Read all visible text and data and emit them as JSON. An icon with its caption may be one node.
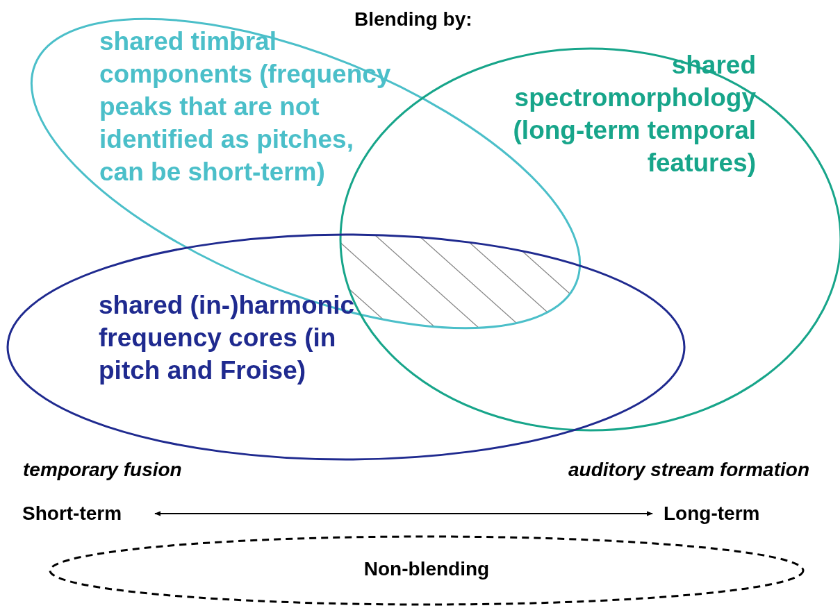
{
  "diagram": {
    "title": "Blending by:",
    "nodes": [
      {
        "text": [
          "shared timbral components (frequency peaks that are not identified as pitches, can be short-term)"
        ]
      },
      {
        "text": [
          "shared spectromorphology (long-term temporal features)"
        ]
      },
      {
        "text": [
          "shared (in-)harmonic frequency cores (in pitch and Froise)"
        ]
      },
      {
        "text": [
          "Short-term"
        ]
      },
      {
        "text": [
          "Long-term"
        ]
      },
      {
        "text": [
          "Non-blending"
        ]
      }
    ],
    "edges": [
      {
        "from": 3,
        "to": 4,
        "arrow": "both"
      }
    ],
    "labels": [
      "temporary fusion",
      "auditory stream formation"
    ]
  }
}
